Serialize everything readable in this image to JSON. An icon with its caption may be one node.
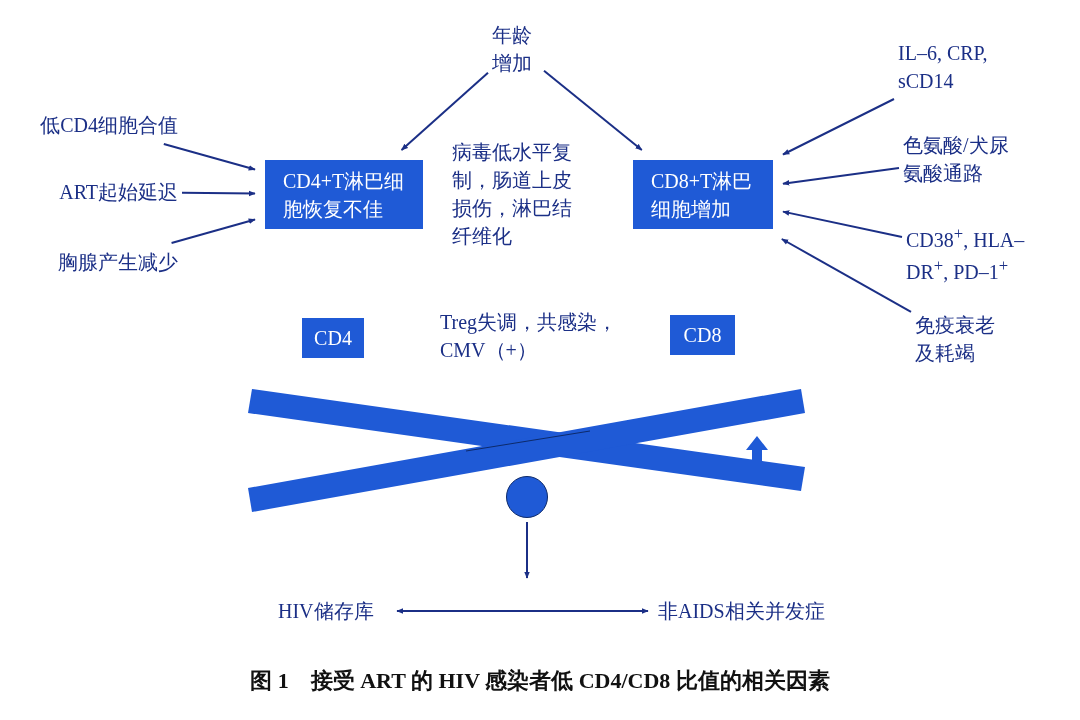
{
  "diagram": {
    "caption": "图 1　接受 ART 的 HIV 感染者低 CD4/CD8 比值的相关因素",
    "nodes": [
      {
        "text": [
          "年龄增加"
        ]
      },
      {
        "text": [
          "低CD4细胞合值"
        ]
      },
      {
        "text": [
          "ART起始延迟"
        ]
      },
      {
        "text": [
          "胸腺产生减少"
        ]
      },
      {
        "text": [
          "CD4+T淋巴细胞恢复不佳"
        ]
      },
      {
        "text": [
          "CD8+T淋巴细胞增加"
        ]
      },
      {
        "text": [
          "IL–6, CRP, sCD14"
        ]
      },
      {
        "text": [
          "色氨酸/犬尿氨酸通路"
        ]
      },
      {
        "text": [
          "CD38$^{+}$, HLA–DR$^{+}$, PD–1$^{+}$"
        ]
      },
      {
        "text": [
          "免疫衰老及耗竭"
        ]
      },
      {
        "text": [
          "CD4"
        ]
      },
      {
        "text": [
          "CD8"
        ]
      },
      {
        "text": [],
        "shape": "circle"
      },
      {
        "text": [
          "HIV储存库"
        ]
      },
      {
        "text": [
          "非AIDS相关并发症"
        ]
      }
    ],
    "edges": [
      {
        "from": 0,
        "to": 4,
        "arrow": "to"
      },
      {
        "from": 0,
        "to": 5,
        "arrow": "to"
      },
      {
        "from": 1,
        "to": 4,
        "arrow": "to"
      },
      {
        "from": 2,
        "to": 4,
        "arrow": "to"
      },
      {
        "from": 3,
        "to": 4,
        "arrow": "to"
      },
      {
        "from": 6,
        "to": 5,
        "arrow": "to"
      },
      {
        "from": 7,
        "to": 5,
        "arrow": "to"
      },
      {
        "from": 8,
        "to": 5,
        "arrow": "to"
      },
      {
        "from": 9,
        "to": 5,
        "arrow": "to"
      },
      {
        "from": 12,
        "to": null,
        "arrow": "to"
      },
      {
        "from": 13,
        "to": 14,
        "arrow": "both"
      }
    ],
    "labels": [
      "病毒低水平复制，肠道上皮损伤，淋巴结纤维化",
      "Treg失调，共感染，CMV（+）"
    ]
  }
}
